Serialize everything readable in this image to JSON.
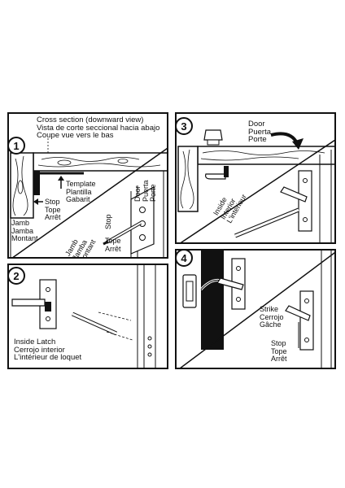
{
  "steps": [
    "1",
    "2",
    "3",
    "4"
  ],
  "step1": {
    "cross_section": [
      "Cross section (downward view)",
      "Vista de corte seccional hacia abajo",
      "Coupe vue vers le bas"
    ],
    "template": [
      "Template",
      "Plantilla",
      "Gabarit"
    ],
    "stop": [
      "Stop",
      "Tope",
      "Arrêt"
    ],
    "jamb": [
      "Jamb",
      "Jamba",
      "Montant"
    ],
    "door_rot": [
      "Door",
      "Puerta",
      "Porte"
    ],
    "jamb_rot": [
      "Jamb",
      "Jamba",
      "Montant"
    ],
    "stop_rot": [
      "Stop",
      "Tope",
      "Arrêt"
    ]
  },
  "step2": {
    "inside_latch": [
      "Inside Latch",
      "Cerrojo interior",
      "L'intérieur de loquet"
    ]
  },
  "step3": {
    "door": [
      "Door",
      "Puerta",
      "Porte"
    ],
    "inside": [
      "Inside",
      "Interior",
      "L'intérieur"
    ]
  },
  "step4": {
    "strike": [
      "Strike",
      "Cerrojo",
      "Gâche"
    ],
    "stop": [
      "Stop",
      "Tope",
      "Arrêt"
    ]
  }
}
